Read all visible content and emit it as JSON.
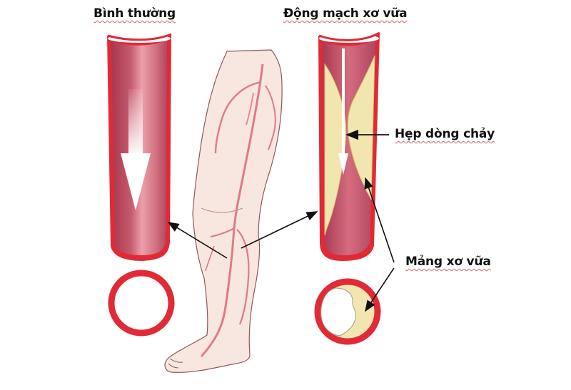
{
  "diagram": {
    "labels": {
      "normal": "Bình thường",
      "atherosclerotic": "Động mạch xơ vữa",
      "narrowed_flow": "Hẹp dòng chảy",
      "plaque": "Mảng xơ vữa"
    },
    "panels": [
      {
        "id": "normal-artery",
        "title_ref": "labels.normal",
        "has_plaque": false
      },
      {
        "id": "diseased-artery",
        "title_ref": "labels.atherosclerotic",
        "has_plaque": true
      }
    ],
    "colors": {
      "artery_wall": "#e02a36",
      "artery_inner": "#c4566a",
      "artery_highlight": "#f2a9b2",
      "plaque": "#f2e6b0",
      "plaque_edge": "#d8c46a",
      "skin": "#f8e6e1",
      "skin_outline": "#8a5a5a",
      "vessel": "#e07a86",
      "arrow": "#111111",
      "flow_arrow": "#ffffff"
    }
  }
}
